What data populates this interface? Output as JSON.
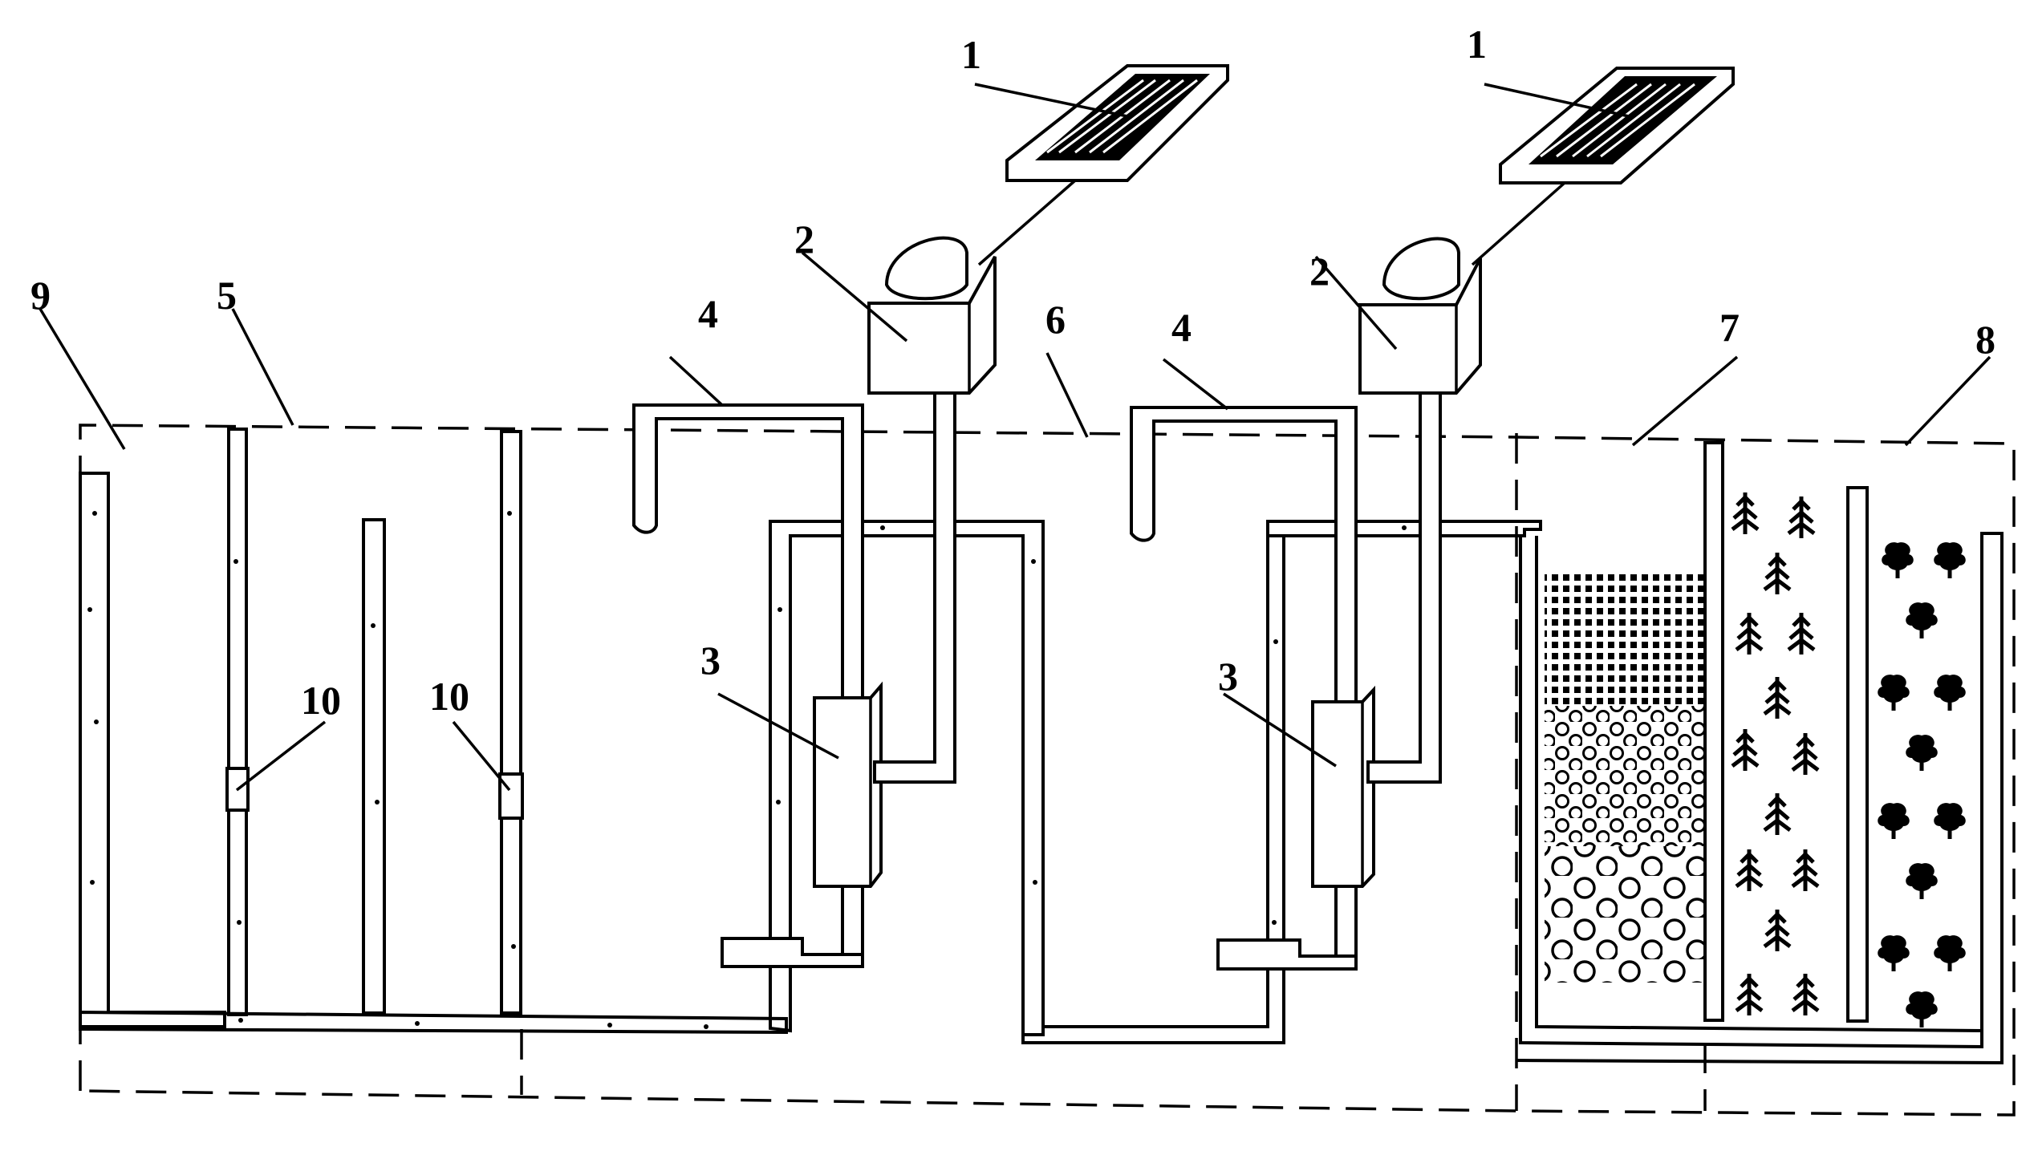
{
  "labels": {
    "solar_panel_left": "1",
    "solar_panel_right": "1",
    "controller_left": "2",
    "controller_right": "2",
    "pump_left": "3",
    "pump_right": "3",
    "pipe_left": "4",
    "pipe_right": "4",
    "tank_5": "5",
    "tank_6": "6",
    "tank_7": "7",
    "tank_8": "8",
    "tank_9": "9",
    "opening_left": "10",
    "opening_right": "10"
  },
  "icons": [
    "solar-panel-icon",
    "controller-box-icon",
    "pump-icon",
    "plant-icon",
    "filter-media-icon"
  ],
  "colors": {
    "line": "#000000",
    "background": "#ffffff"
  }
}
